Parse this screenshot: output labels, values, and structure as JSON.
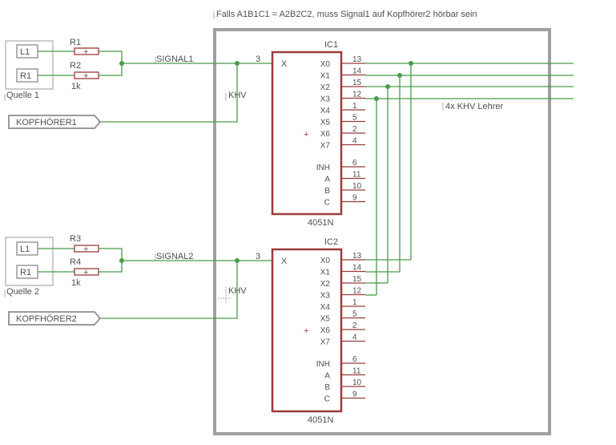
{
  "note": "Falls A1B1C1 = A2B2C2, muss Signal1 auf Kopfhörer2 hörbar sein",
  "bus_label": "4x KHV Lehrer",
  "groups": [
    {
      "source": "Quelle 1",
      "jack_l": "L1",
      "jack_r": "R1",
      "res_top": "R1",
      "res_bottom": "R2",
      "res_value": "1k",
      "signal": "SIGNAL1",
      "amp": "KHV",
      "headphone": "KOPFHÖRER1",
      "ic": "IC1",
      "ic_type": "4051N",
      "input_pin": "3",
      "input_name": "X"
    },
    {
      "source": "Quelle 2",
      "jack_l": "L1",
      "jack_r": "R1",
      "res_top": "R3",
      "res_bottom": "R4",
      "res_value": "1k",
      "signal": "SIGNAL2",
      "amp": "KHV",
      "headphone": "KOPFHÖRER2",
      "ic": "IC2",
      "ic_type": "4051N",
      "input_pin": "3",
      "input_name": "X"
    }
  ],
  "ic_pins": [
    {
      "name": "X0",
      "num": "13"
    },
    {
      "name": "X1",
      "num": "14"
    },
    {
      "name": "X2",
      "num": "15"
    },
    {
      "name": "X3",
      "num": "12"
    },
    {
      "name": "X4",
      "num": "1"
    },
    {
      "name": "X5",
      "num": "5"
    },
    {
      "name": "X6",
      "num": "2"
    },
    {
      "name": "X7",
      "num": "4"
    },
    {
      "name": "INH",
      "num": "6"
    },
    {
      "name": "A",
      "num": "11"
    },
    {
      "name": "B",
      "num": "10"
    },
    {
      "name": "C",
      "num": "9"
    }
  ],
  "resistor_symbol": "+",
  "colors": {
    "wire": "#4a9a4a",
    "part": "#9b3a3a",
    "frame": "#a0a0a0",
    "text": "#505050"
  }
}
